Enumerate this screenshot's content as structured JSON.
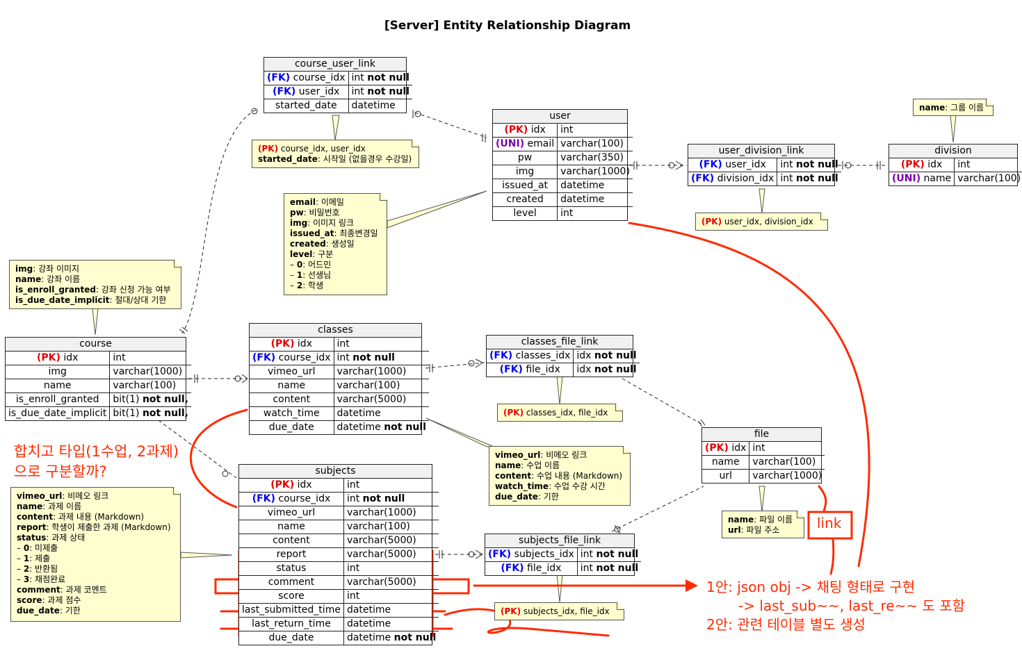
{
  "title": "[Server] Entity Relationship Diagram",
  "colors": {
    "pk": "#e60000",
    "fk": "#0000ee",
    "uni": "#7b00a5",
    "note_bg": "#fefecf",
    "annotation": "#ff2a00"
  },
  "entities": {
    "course_user_link": {
      "name": "course_user_link",
      "rows": [
        {
          "tag": "(FK)",
          "col": "course_idx",
          "type": "int",
          "mod": "not null"
        },
        {
          "tag": "(FK)",
          "col": "user_idx",
          "type": "int",
          "mod": "not null"
        },
        {
          "tag": "",
          "col": "started_date",
          "type": "datetime",
          "mod": ""
        }
      ]
    },
    "user": {
      "name": "user",
      "rows": [
        {
          "tag": "(PK)",
          "col": "idx",
          "type": "int",
          "mod": ""
        },
        {
          "tag": "(UNI)",
          "col": "email",
          "type": "varchar(100)",
          "mod": ""
        },
        {
          "tag": "",
          "col": "pw",
          "type": "varchar(350)",
          "mod": ""
        },
        {
          "tag": "",
          "col": "img",
          "type": "varchar(1000)",
          "mod": ""
        },
        {
          "tag": "",
          "col": "issued_at",
          "type": "datetime",
          "mod": ""
        },
        {
          "tag": "",
          "col": "created",
          "type": "datetime",
          "mod": ""
        },
        {
          "tag": "",
          "col": "level",
          "type": "int",
          "mod": ""
        }
      ]
    },
    "user_division_link": {
      "name": "user_division_link",
      "rows": [
        {
          "tag": "(FK)",
          "col": "user_idx",
          "type": "int",
          "mod": "not null"
        },
        {
          "tag": "(FK)",
          "col": "division_idx",
          "type": "int",
          "mod": "not null"
        }
      ]
    },
    "division": {
      "name": "division",
      "rows": [
        {
          "tag": "(PK)",
          "col": "idx",
          "type": "int",
          "mod": ""
        },
        {
          "tag": "(UNI)",
          "col": "name",
          "type": "varchar(100)",
          "mod": ""
        }
      ]
    },
    "course": {
      "name": "course",
      "rows": [
        {
          "tag": "(PK)",
          "col": "idx",
          "type": "int",
          "mod": ""
        },
        {
          "tag": "",
          "col": "img",
          "type": "varchar(1000)",
          "mod": ""
        },
        {
          "tag": "",
          "col": "name",
          "type": "varchar(100)",
          "mod": ""
        },
        {
          "tag": "",
          "col": "is_enroll_granted",
          "type": "bit(1)",
          "mod": "not null,"
        },
        {
          "tag": "",
          "col": "is_due_date_implicit",
          "type": "bit(1)",
          "mod": "not null,"
        }
      ]
    },
    "classes": {
      "name": "classes",
      "rows": [
        {
          "tag": "(PK)",
          "col": "idx",
          "type": "int",
          "mod": ""
        },
        {
          "tag": "(FK)",
          "col": "course_idx",
          "type": "int",
          "mod": "not null"
        },
        {
          "tag": "",
          "col": "vimeo_url",
          "type": "varchar(1000)",
          "mod": ""
        },
        {
          "tag": "",
          "col": "name",
          "type": "varchar(100)",
          "mod": ""
        },
        {
          "tag": "",
          "col": "content",
          "type": "varchar(5000)",
          "mod": ""
        },
        {
          "tag": "",
          "col": "watch_time",
          "type": "datetime",
          "mod": ""
        },
        {
          "tag": "",
          "col": "due_date",
          "type": "datetime",
          "mod": "not null"
        }
      ]
    },
    "classes_file_link": {
      "name": "classes_file_link",
      "rows": [
        {
          "tag": "(FK)",
          "col": "classes_idx",
          "type": "idx",
          "mod": "not null"
        },
        {
          "tag": "(FK)",
          "col": "file_idx",
          "type": "idx",
          "mod": "not null"
        }
      ]
    },
    "file": {
      "name": "file",
      "rows": [
        {
          "tag": "(PK)",
          "col": "idx",
          "type": "int",
          "mod": ""
        },
        {
          "tag": "",
          "col": "name",
          "type": "varchar(100)",
          "mod": ""
        },
        {
          "tag": "",
          "col": "url",
          "type": "varchar(1000)",
          "mod": ""
        }
      ]
    },
    "subjects": {
      "name": "subjects",
      "rows": [
        {
          "tag": "(PK)",
          "col": "idx",
          "type": "int",
          "mod": ""
        },
        {
          "tag": "(FK)",
          "col": "course_idx",
          "type": "int",
          "mod": "not null"
        },
        {
          "tag": "",
          "col": "vimeo_url",
          "type": "varchar(1000)",
          "mod": ""
        },
        {
          "tag": "",
          "col": "name",
          "type": "varchar(100)",
          "mod": ""
        },
        {
          "tag": "",
          "col": "content",
          "type": "varchar(5000)",
          "mod": ""
        },
        {
          "tag": "",
          "col": "report",
          "type": "varchar(5000)",
          "mod": ""
        },
        {
          "tag": "",
          "col": "status",
          "type": "int",
          "mod": ""
        },
        {
          "tag": "",
          "col": "comment",
          "type": "varchar(5000)",
          "mod": ""
        },
        {
          "tag": "",
          "col": "score",
          "type": "int",
          "mod": ""
        },
        {
          "tag": "",
          "col": "last_submitted_time",
          "type": "datetime",
          "mod": ""
        },
        {
          "tag": "",
          "col": "last_return_time",
          "type": "datetime",
          "mod": ""
        },
        {
          "tag": "",
          "col": "due_date",
          "type": "datetime",
          "mod": "not null"
        }
      ]
    },
    "subjects_file_link": {
      "name": "subjects_file_link",
      "rows": [
        {
          "tag": "(FK)",
          "col": "subjects_idx",
          "type": "int",
          "mod": "not null"
        },
        {
          "tag": "(FK)",
          "col": "file_idx",
          "type": "int",
          "mod": "not null"
        }
      ]
    }
  },
  "notes": {
    "course_user_link": [
      {
        "k": "(PK)",
        "pk": true,
        "v": " course_idx, user_idx"
      },
      {
        "k": "started_date",
        "v": ": 시작일 (없을경우 수강일)"
      }
    ],
    "division": [
      {
        "k": "name",
        "v": ": 그룹 이름"
      }
    ],
    "user_division_link": [
      {
        "k": "(PK)",
        "pk": true,
        "v": " user_idx, division_idx"
      }
    ],
    "user": [
      {
        "k": "email",
        "v": ": 이메일"
      },
      {
        "k": "pw",
        "v": ": 비밀번호"
      },
      {
        "k": "img",
        "v": ": 이미지 링크"
      },
      {
        "k": "issued_at",
        "v": ": 최종변경일"
      },
      {
        "k": "created",
        "v": ": 생성일"
      },
      {
        "k": "level",
        "v": ": 구분"
      },
      {
        "k": "",
        "v": "– ",
        "k2": "0",
        "v2": ": 어드민"
      },
      {
        "k": "",
        "v": "– ",
        "k2": "1",
        "v2": ": 선생님"
      },
      {
        "k": "",
        "v": "– ",
        "k2": "2",
        "v2": ": 학생"
      }
    ],
    "course": [
      {
        "k": "img",
        "v": ": 강좌 이미지"
      },
      {
        "k": "name",
        "v": ": 강좌 이름"
      },
      {
        "k": "is_enroll_granted",
        "v": ": 강좌 신청 가능 여부"
      },
      {
        "k": "is_due_date_implicit",
        "v": ": 절대/상대 기한"
      }
    ],
    "classes_file_link": [
      {
        "k": "(PK)",
        "pk": true,
        "v": " classes_idx, file_idx"
      }
    ],
    "classes": [
      {
        "k": "vimeo_url",
        "v": ": 비메오 링크"
      },
      {
        "k": "name",
        "v": ": 수업 이름"
      },
      {
        "k": "content",
        "v": ": 수업 내용 (Markdown)"
      },
      {
        "k": "watch_time",
        "v": ": 수업 수강 시간"
      },
      {
        "k": "due_date",
        "v": ": 기한"
      }
    ],
    "file": [
      {
        "k": "name",
        "v": ": 파일 이름"
      },
      {
        "k": "url",
        "v": ": 파일 주소"
      }
    ],
    "subjects": [
      {
        "k": "vimeo_url",
        "v": ": 비메오 링크"
      },
      {
        "k": "name",
        "v": ": 과제 이름"
      },
      {
        "k": "content",
        "v": ": 과제 내용 (Markdown)"
      },
      {
        "k": "report",
        "v": ": 학생이 제출한 과제 (Markdown)"
      },
      {
        "k": "status",
        "v": ": 과제 상태"
      },
      {
        "k": "",
        "v": "– ",
        "k2": "0",
        "v2": ": 미제출"
      },
      {
        "k": "",
        "v": "– ",
        "k2": "1",
        "v2": ": 제출"
      },
      {
        "k": "",
        "v": "– ",
        "k2": "2",
        "v2": ": 반환됨"
      },
      {
        "k": "",
        "v": "– ",
        "k2": "3",
        "v2": ": 채점완료"
      },
      {
        "k": "comment",
        "v": ": 과제 코멘트"
      },
      {
        "k": "score",
        "v": ": 과제 점수"
      },
      {
        "k": "due_date",
        "v": ": 기한"
      }
    ],
    "subjects_file_link": [
      {
        "k": "(PK)",
        "pk": true,
        "v": " subjects_idx, file_idx"
      }
    ]
  },
  "annotations": {
    "merge_question_line1": "합치고 타입(1수업, 2과제)",
    "merge_question_line2": "으로 구분할까?",
    "link_label": "link",
    "option1_line1": "1안: json obj -> 채팅 형태로 구현",
    "option1_line2": "-> last_sub~~, last_re~~ 도 포함",
    "option2": "2안: 관련 테이블 별도 생성"
  }
}
